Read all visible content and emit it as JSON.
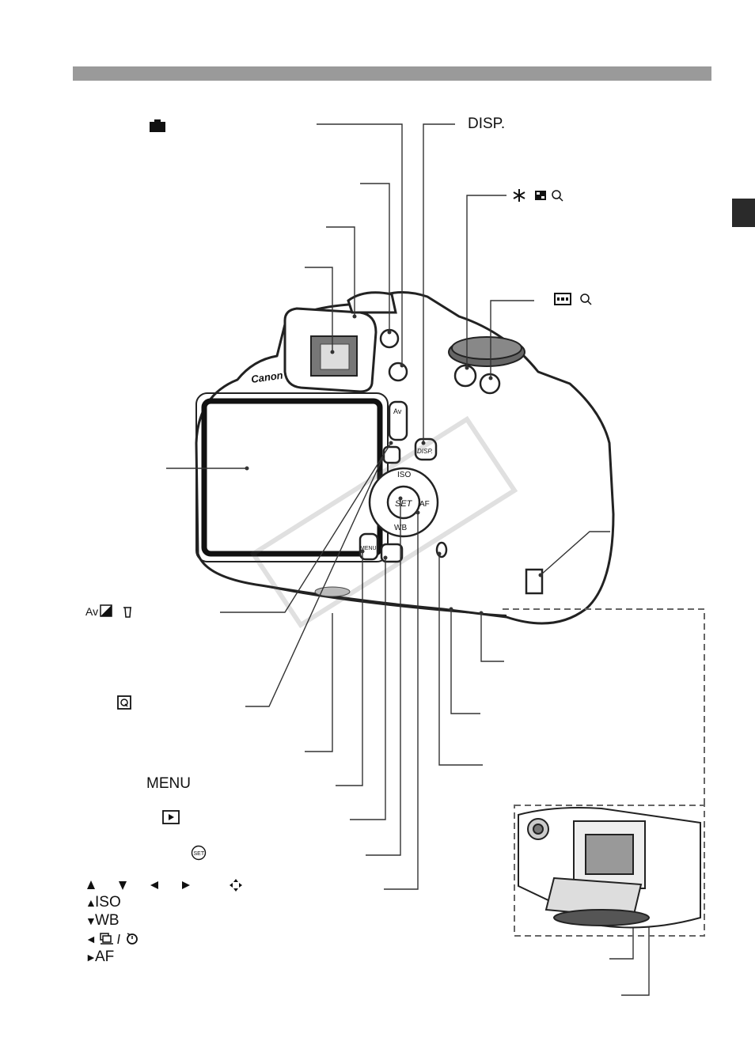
{
  "labels": {
    "disp": "DISP.",
    "menu": "MENU",
    "legend": [
      {
        "arrow": "▲",
        "text": "ISO"
      },
      {
        "arrow": "▼",
        "text": "WB"
      },
      {
        "arrow": "◄",
        "text": ""
      },
      {
        "arrow": "►",
        "text": "AF"
      }
    ]
  },
  "camera_markings": {
    "brand": "Canon",
    "av": "Av",
    "iso": "ISO",
    "set": "SET",
    "wb": "WB",
    "af": "AF",
    "menu": "MENU",
    "disp": "DISP."
  },
  "colors": {
    "header_bar": "#9a9a9a",
    "chapter_tab": "#2a2a2a",
    "line": "#333333"
  }
}
